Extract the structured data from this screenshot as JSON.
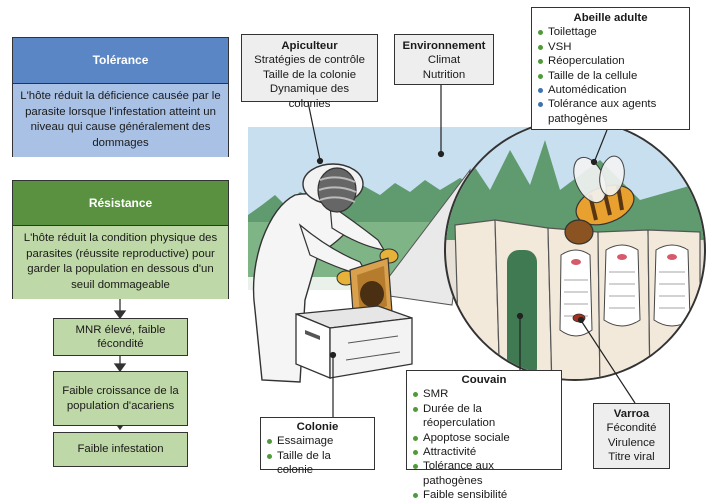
{
  "tolerance": {
    "title": "Tolérance",
    "text": "L'hôte réduit la déficience causée par le parasite lorsque l'infestation atteint un niveau qui cause généralement des dommages"
  },
  "resistance": {
    "title": "Résistance",
    "text": "L'hôte réduit la condition physique des parasites (réussite reproductive) pour garder la population en dessous d'un seuil dommageable"
  },
  "chain": [
    "MNR élevé, faible fécondité",
    "Faible croissance de la population d'acariens",
    "Faible infestation"
  ],
  "apiculteur": {
    "title": "Apiculteur",
    "lines": [
      "Stratégies de contrôle",
      "Taille de la colonie",
      "Dynamique des colonies"
    ]
  },
  "environnement": {
    "title": "Environnement",
    "lines": [
      "Climat",
      "Nutrition"
    ]
  },
  "abeille": {
    "title": "Abeille adulte",
    "items": [
      "Toilettage",
      "VSH",
      "Réoperculation",
      "Taille de la cellule",
      "Automédication",
      "Tolérance aux agents pathogènes"
    ],
    "item_colors": [
      "green",
      "green",
      "green",
      "green",
      "blue",
      "blue"
    ]
  },
  "colonie": {
    "title": "Colonie",
    "items": [
      "Essaimage",
      "Taille de la colonie"
    ]
  },
  "couvain": {
    "title": "Couvain",
    "items": [
      "SMR",
      "Durée de la réoperculation",
      "Apoptose sociale",
      "Attractivité",
      "Tolérance aux pathogènes",
      "Faible sensibilité"
    ]
  },
  "varroa": {
    "title": "Varroa",
    "lines": [
      "Fécondité",
      "Virulence",
      "Titre viral"
    ]
  },
  "colors": {
    "blue_header": "#5b86c5",
    "blue_body": "#a9c1e5",
    "green_header": "#5a9140",
    "green_body": "#bfd8a7",
    "bullet_green": "#4f9a3a",
    "bullet_blue": "#3f72ae",
    "sky": "#c8dff0",
    "field": "#7fb586"
  }
}
